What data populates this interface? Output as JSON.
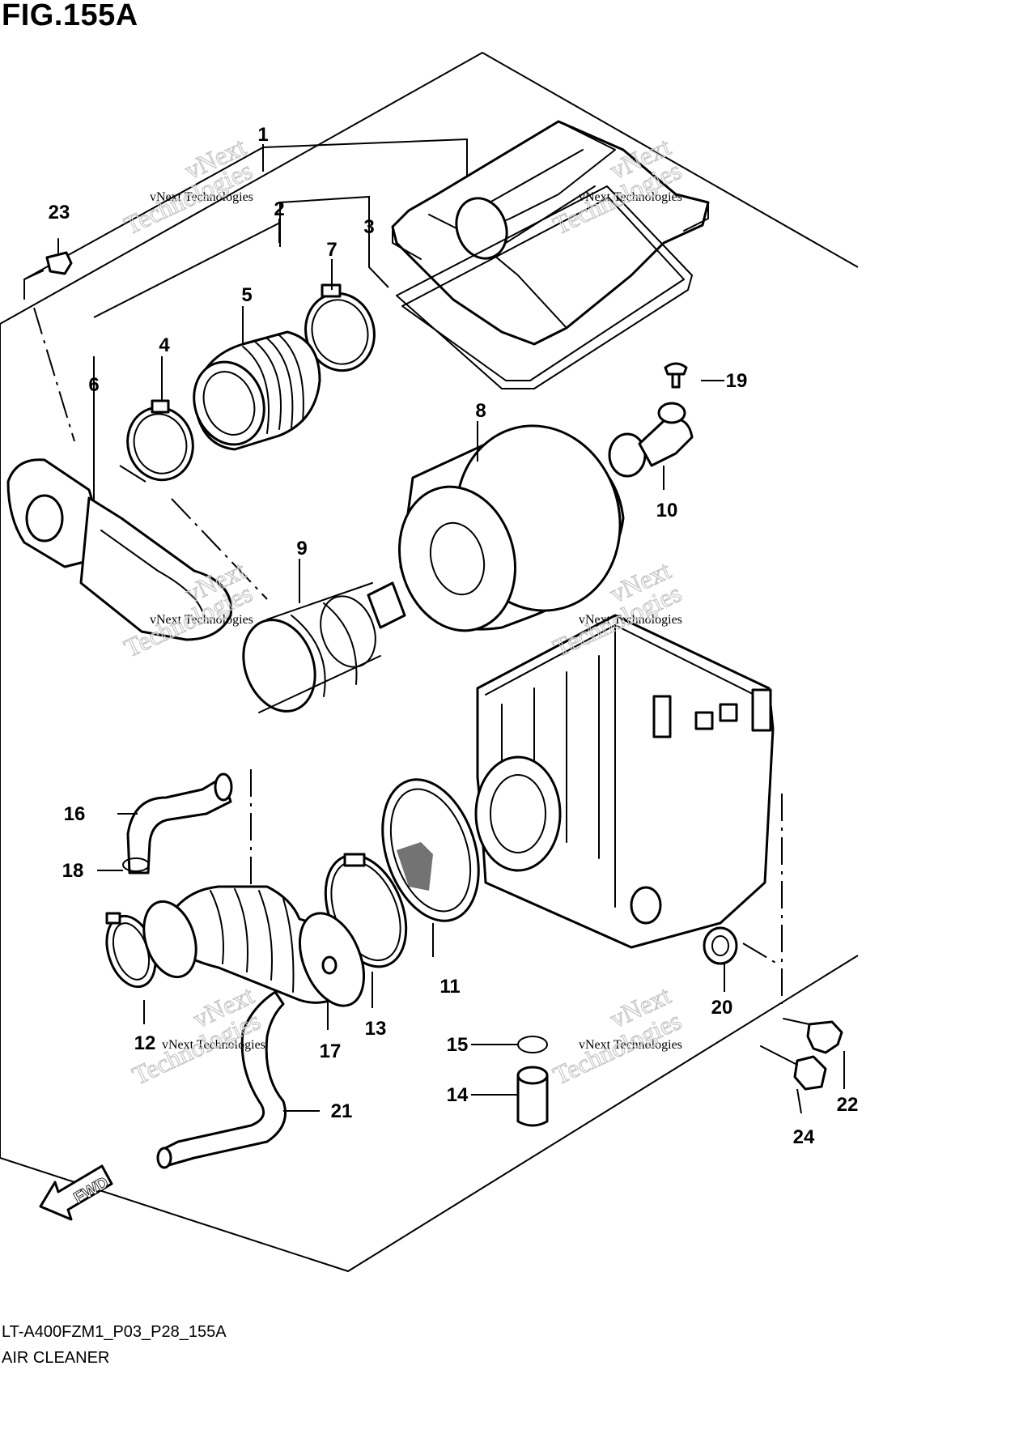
{
  "figure": {
    "title": "FIG.155A",
    "ref_code": "LT-A400FZM1_P03_P28_155A",
    "caption": "AIR CLEANER"
  },
  "watermark": {
    "line1": "vNext Technologies",
    "line2": "vNext",
    "line3": "Technologies"
  },
  "direction_marker": {
    "text": "FWD"
  },
  "callouts": {
    "c1": "1",
    "c2": "2",
    "c3": "3",
    "c4": "4",
    "c5": "5",
    "c6": "6",
    "c7": "7",
    "c8": "8",
    "c9": "9",
    "c10": "10",
    "c11": "11",
    "c12": "12",
    "c13": "13",
    "c14": "14",
    "c15": "15",
    "c16": "16",
    "c17": "17",
    "c18": "18",
    "c19": "19",
    "c20": "20",
    "c21": "21",
    "c22": "22",
    "c23": "23",
    "c24": "24"
  }
}
